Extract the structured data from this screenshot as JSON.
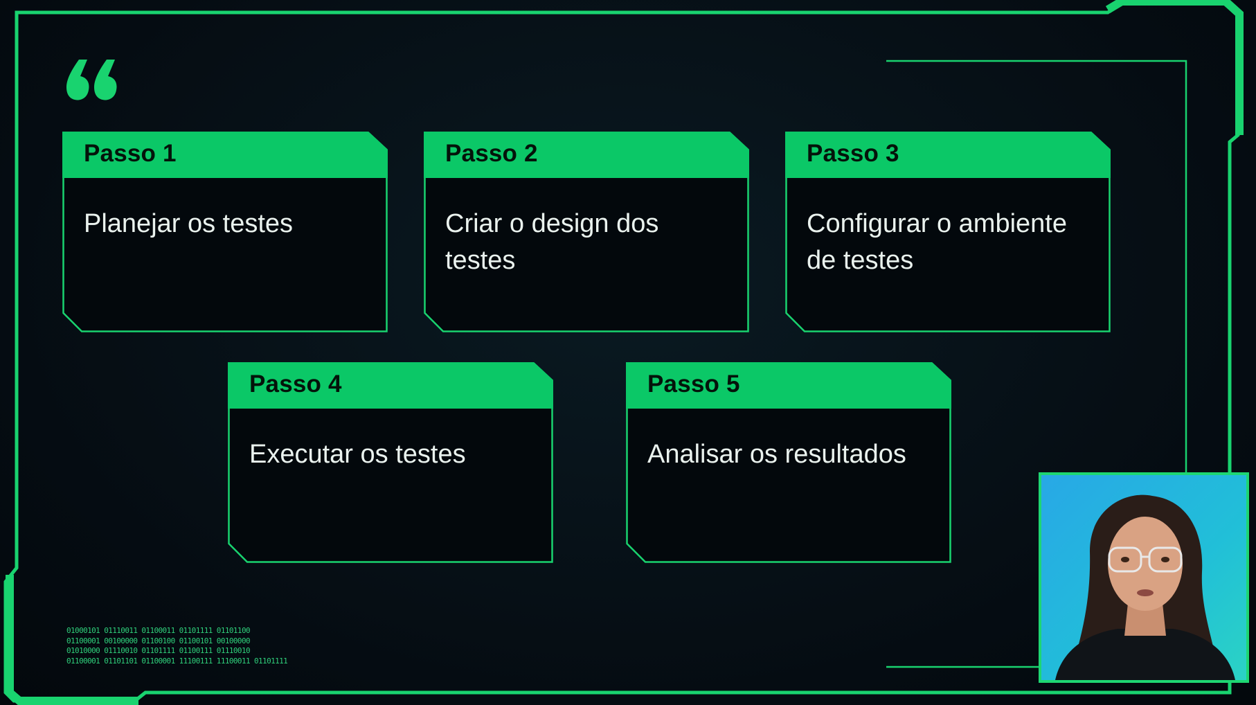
{
  "colors": {
    "accent": "#0bc867",
    "frame": "#19d36f",
    "background": "#050c12",
    "title_text": "#04130a",
    "body_text": "#eaf2ee"
  },
  "icons": {
    "quote": "quote-mark-icon"
  },
  "steps": [
    {
      "title": "Passo 1",
      "text": "Planejar os testes"
    },
    {
      "title": "Passo 2",
      "text": "Criar o design dos testes"
    },
    {
      "title": "Passo 3",
      "text": "Configurar o ambiente de testes"
    },
    {
      "title": "Passo 4",
      "text": "Executar os testes"
    },
    {
      "title": "Passo 5",
      "text": "Analisar os resultados"
    }
  ],
  "binary_lines": [
    "01000101 01110011 01100011 01101111 01101100",
    "01100001 00100000 01100100 01100101 00100000",
    "01010000 01110010 01101111 01100111 01110010",
    "01100001 01101101 01100001 11100111 11100011 01101111"
  ]
}
